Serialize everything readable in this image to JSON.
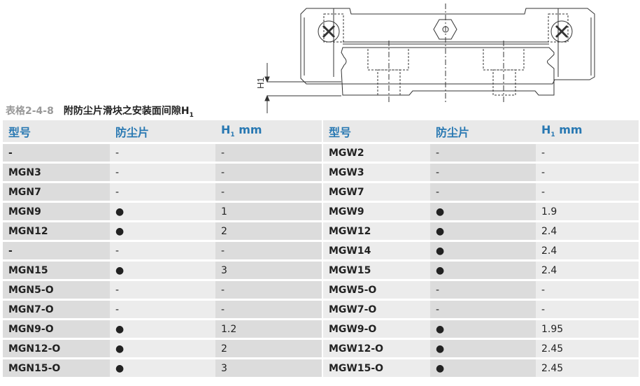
{
  "caption": {
    "number": "表格2-4-8",
    "title": "附防尘片滑块之安装面间隙H",
    "title_sub": "1"
  },
  "drawing": {
    "dimension_label": "H1"
  },
  "headers": {
    "model": "型号",
    "dust": "防尘片",
    "h1": "H",
    "h1_sub": "1",
    "h1_unit": " mm"
  },
  "left_rows": [
    [
      "-",
      "-",
      "-"
    ],
    [
      "MGN3",
      "-",
      "-"
    ],
    [
      "MGN7",
      "-",
      "-"
    ],
    [
      "MGN9",
      "●",
      "1"
    ],
    [
      "MGN12",
      "●",
      "2"
    ],
    [
      "-",
      "-",
      "-"
    ],
    [
      "MGN15",
      "●",
      "3"
    ],
    [
      "MGN5-O",
      "-",
      "-"
    ],
    [
      "MGN7-O",
      "-",
      "-"
    ],
    [
      "MGN9-O",
      "●",
      "1.2"
    ],
    [
      "MGN12-O",
      "●",
      "2"
    ],
    [
      "MGN15-O",
      "●",
      "3"
    ]
  ],
  "right_rows": [
    [
      "MGW2",
      "-",
      "-"
    ],
    [
      "MGW3",
      "-",
      "-"
    ],
    [
      "MGW7",
      "-",
      "-"
    ],
    [
      "MGW9",
      "●",
      "1.9"
    ],
    [
      "MGW12",
      "●",
      "2.4"
    ],
    [
      "MGW14",
      "●",
      "2.4"
    ],
    [
      "MGW15",
      "●",
      "2.4"
    ],
    [
      "MGW5-O",
      "-",
      "-"
    ],
    [
      "MGW7-O",
      "-",
      "-"
    ],
    [
      "MGW9-O",
      "●",
      "1.95"
    ],
    [
      "MGW12-O",
      "●",
      "2.45"
    ],
    [
      "MGW15-O",
      "●",
      "2.45"
    ]
  ]
}
